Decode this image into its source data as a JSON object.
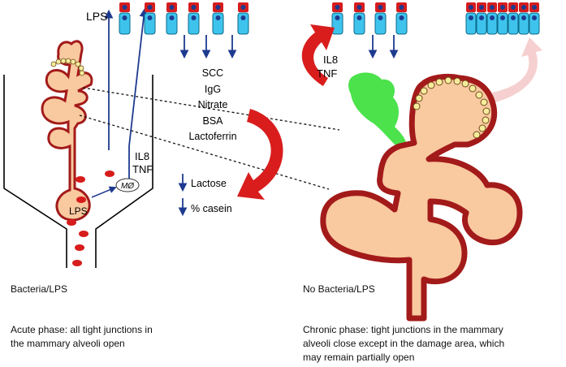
{
  "labels": {
    "lps_top": "LPS",
    "il8_left": "IL8",
    "tnf_left": "TNF",
    "macrophage": "MØ",
    "lps_bulb": "LPS",
    "markers": [
      "SCC",
      "IgG",
      "Nitrate",
      "BSA",
      "Lactoferrin"
    ],
    "lactose": "Lactose",
    "casein": "% casein",
    "il8_right": "IL8",
    "tnf_right": "TNF"
  },
  "captions": {
    "left_condition": "Bacteria/LPS",
    "right_condition": "No Bacteria/LPS",
    "acute_line1": "Acute phase: all tight junctions in",
    "acute_line2": "the mammary alveoli open",
    "chronic_line1": "Chronic phase: tight junctions in the mammary",
    "chronic_line2": "alveoli close except in the damage area, which",
    "chronic_line3": "may remain partially open"
  },
  "colors": {
    "tissue_fill": "#f9c9a0",
    "tissue_outline": "#a31a1a",
    "bacteria_red": "#d71c1c",
    "cell_blue": "#3ec3ec",
    "nucleus_blue": "#1d3a8f",
    "arrow_blue": "#1e3a8f",
    "curved_arrow_red": "#d91d1d",
    "faded_arrow": "#f6d0d0",
    "damage_green": "#4be24b",
    "milk_cell_yellow": "#f7ec9c"
  }
}
